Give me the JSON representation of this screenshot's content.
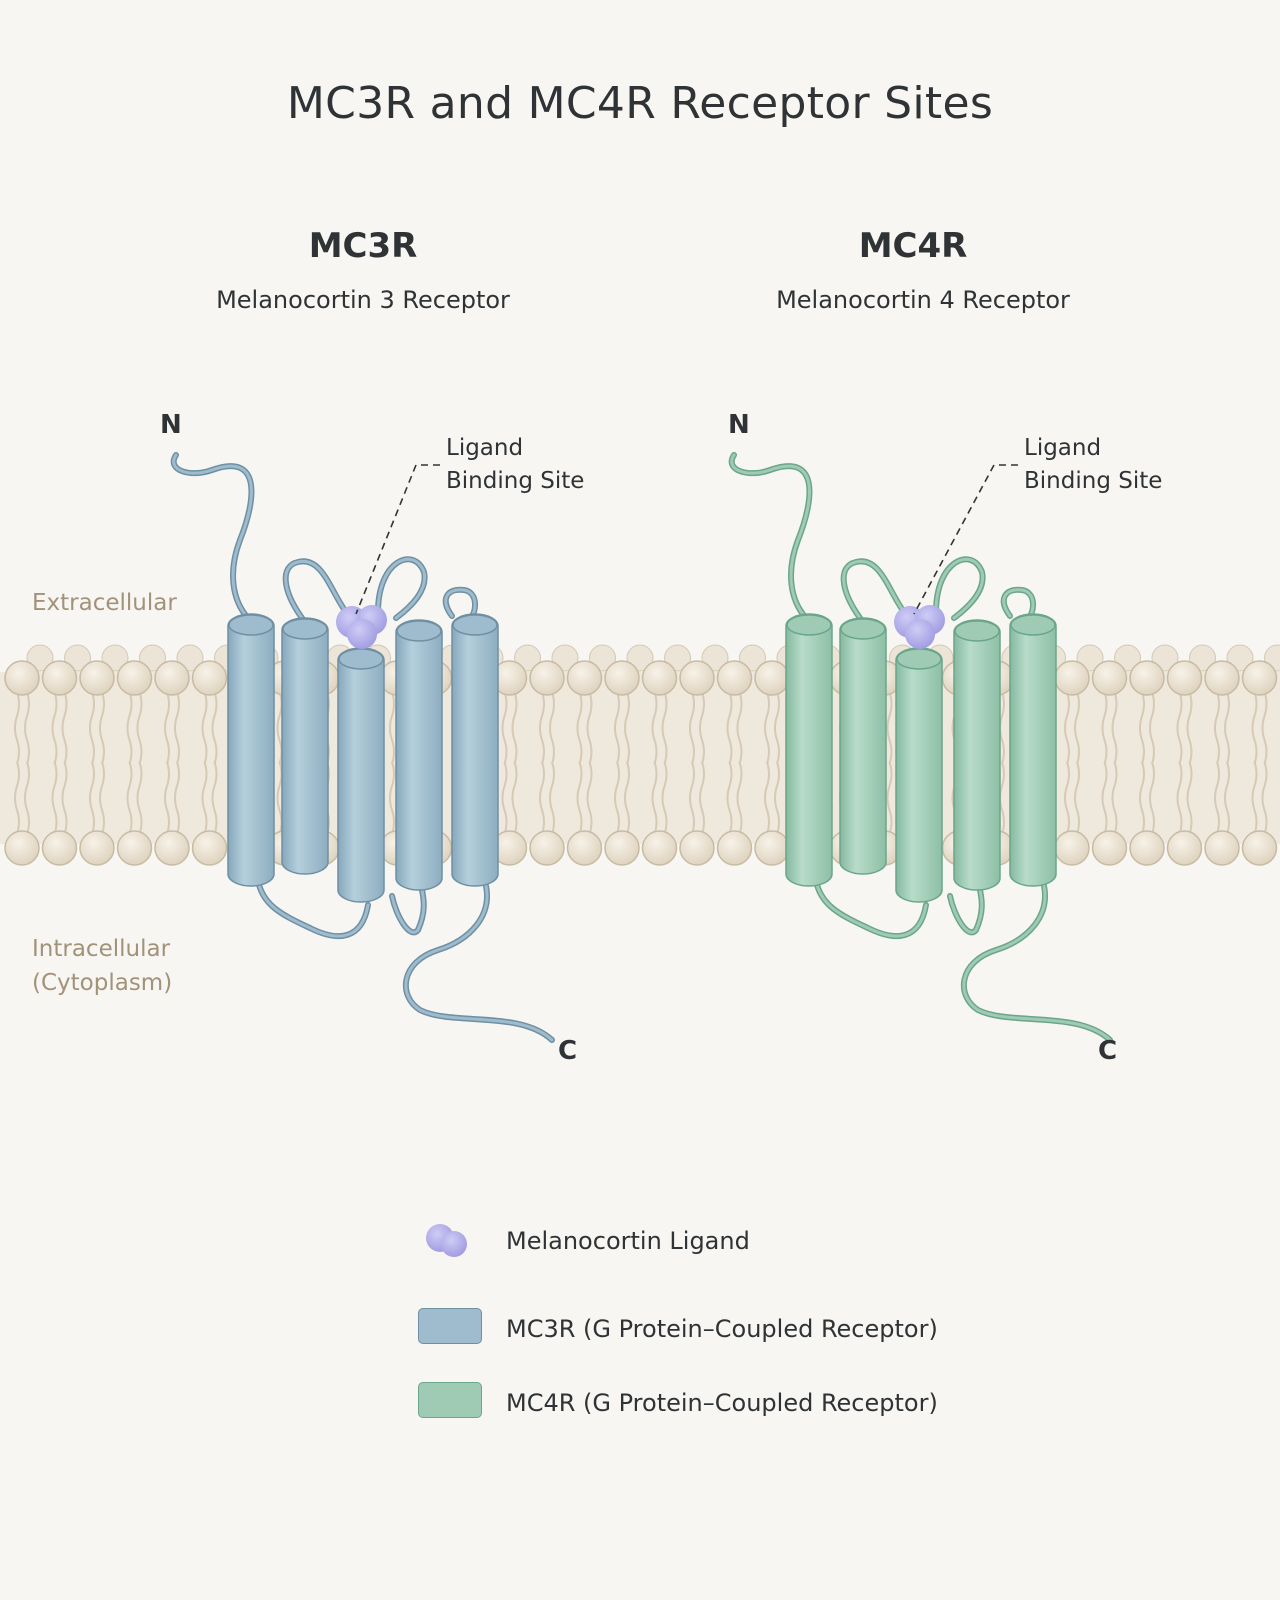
{
  "title": "MC3R and MC4R Receptor Sites",
  "regions": {
    "extracellular": "Extracellular",
    "intracellular_line1": "Intracellular",
    "intracellular_line2": "(Cytoplasm)"
  },
  "receptors": [
    {
      "name": "MC3R",
      "subtitle": "Melanocortin 3 Receptor",
      "n_terminus": "N",
      "c_terminus": "C",
      "binding_label_line1": "Ligand",
      "binding_label_line2": "Binding Site",
      "color": "#9ebccd",
      "stroke": "#6f8fa3"
    },
    {
      "name": "MC4R",
      "subtitle": "Melanocortin 4 Receptor",
      "n_terminus": "N",
      "c_terminus": "C",
      "binding_label_line1": "Ligand",
      "binding_label_line2": "Binding Site",
      "color": "#9fcbb5",
      "stroke": "#6ba58a"
    }
  ],
  "legend": [
    {
      "label": "Melanocortin Ligand",
      "icon": "ligand-icon",
      "color": "#a9a5e8"
    },
    {
      "label": "MC3R (G Protein–Coupled Receptor)",
      "icon": "mc3r-swatch",
      "color": "#9ebccd"
    },
    {
      "label": "MC4R (G Protein–Coupled Receptor)",
      "icon": "mc4r-swatch",
      "color": "#9fcbb5"
    }
  ],
  "colors": {
    "lipid_head": "#e9e0d0",
    "lipid_outline": "#cbbfa9",
    "ligand": "#a9a5e8"
  }
}
